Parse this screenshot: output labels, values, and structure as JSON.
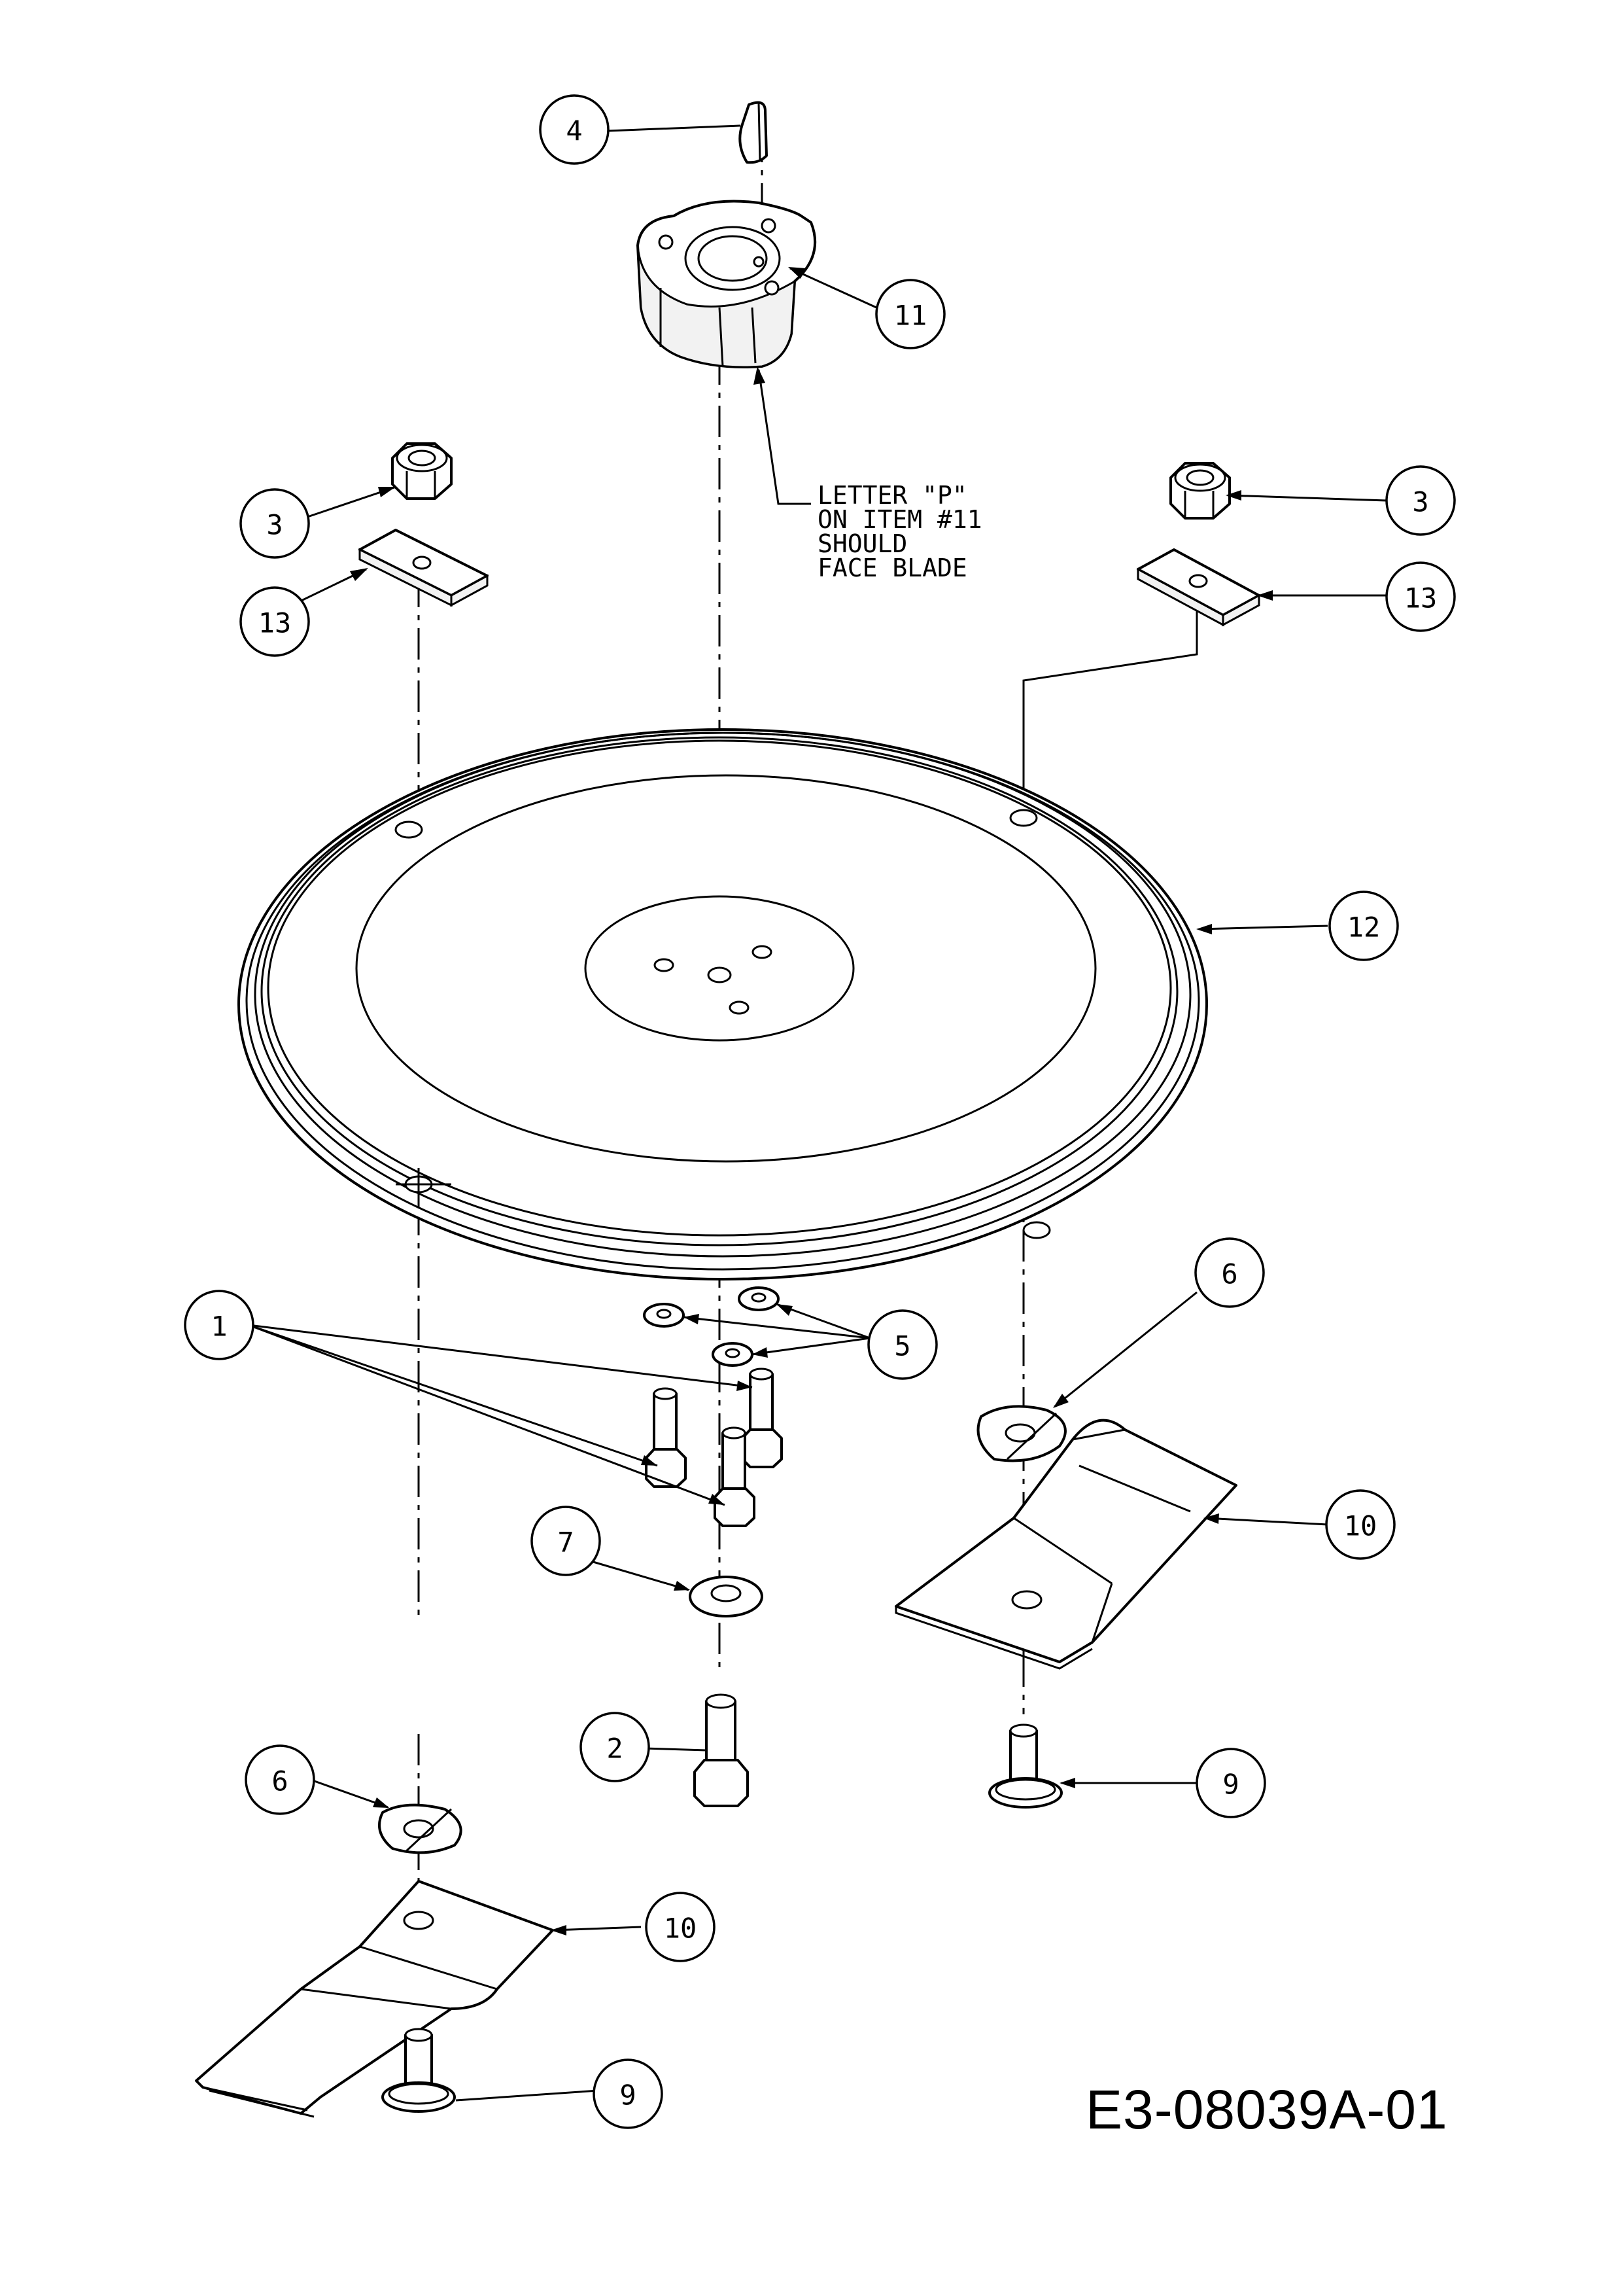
{
  "callouts": [
    {
      "id": "c4",
      "label": "4"
    },
    {
      "id": "c11",
      "label": "11"
    },
    {
      "id": "c3-left",
      "label": "3"
    },
    {
      "id": "c13-left",
      "label": "13"
    },
    {
      "id": "c3-right",
      "label": "3"
    },
    {
      "id": "c13-right",
      "label": "13"
    },
    {
      "id": "c12",
      "label": "12"
    },
    {
      "id": "c1",
      "label": "1"
    },
    {
      "id": "c5",
      "label": "5"
    },
    {
      "id": "c6-right",
      "label": "6"
    },
    {
      "id": "c10-right",
      "label": "10"
    },
    {
      "id": "c7",
      "label": "7"
    },
    {
      "id": "c2",
      "label": "2"
    },
    {
      "id": "c9-right",
      "label": "9"
    },
    {
      "id": "c6-left",
      "label": "6"
    },
    {
      "id": "c10-left",
      "label": "10"
    },
    {
      "id": "c9-left",
      "label": "9"
    }
  ],
  "note": {
    "lines": [
      "LETTER \"P\"",
      "ON ITEM #11",
      "SHOULD",
      "FACE BLADE"
    ]
  },
  "drawing_number": "E3-08039A-01"
}
